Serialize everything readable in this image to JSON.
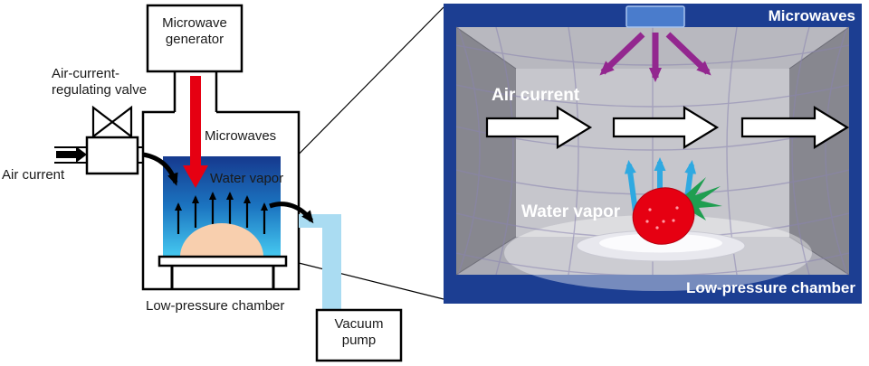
{
  "schematic": {
    "generator_label": "Microwave generator",
    "valve_label_lines": [
      "Air-current-",
      "regulating valve"
    ],
    "air_current_label": "Air current",
    "microwaves_label": "Microwaves",
    "water_vapor_label": "Water vapor",
    "chamber_label": "Low-pressure chamber",
    "pump_label": "Vacuum pump"
  },
  "detail_view": {
    "microwaves_label": "Microwaves",
    "air_current_label": "Air current",
    "water_vapor_label": "Water vapor",
    "chamber_label": "Low-pressure chamber"
  },
  "colors": {
    "frame_navy": "#1c3e92",
    "microwave_red": "#e60012",
    "vapor_cyan": "#2fa9e1",
    "microwave_purple": "#93278f",
    "pipe_blue": "#aadcf2",
    "chamber_gradient_top": "#16398e",
    "chamber_gradient_bottom": "#45c8f0",
    "dome_peach": "#f8cfae",
    "strawberry_red": "#e60012",
    "leaf_green": "#1f9e50"
  }
}
